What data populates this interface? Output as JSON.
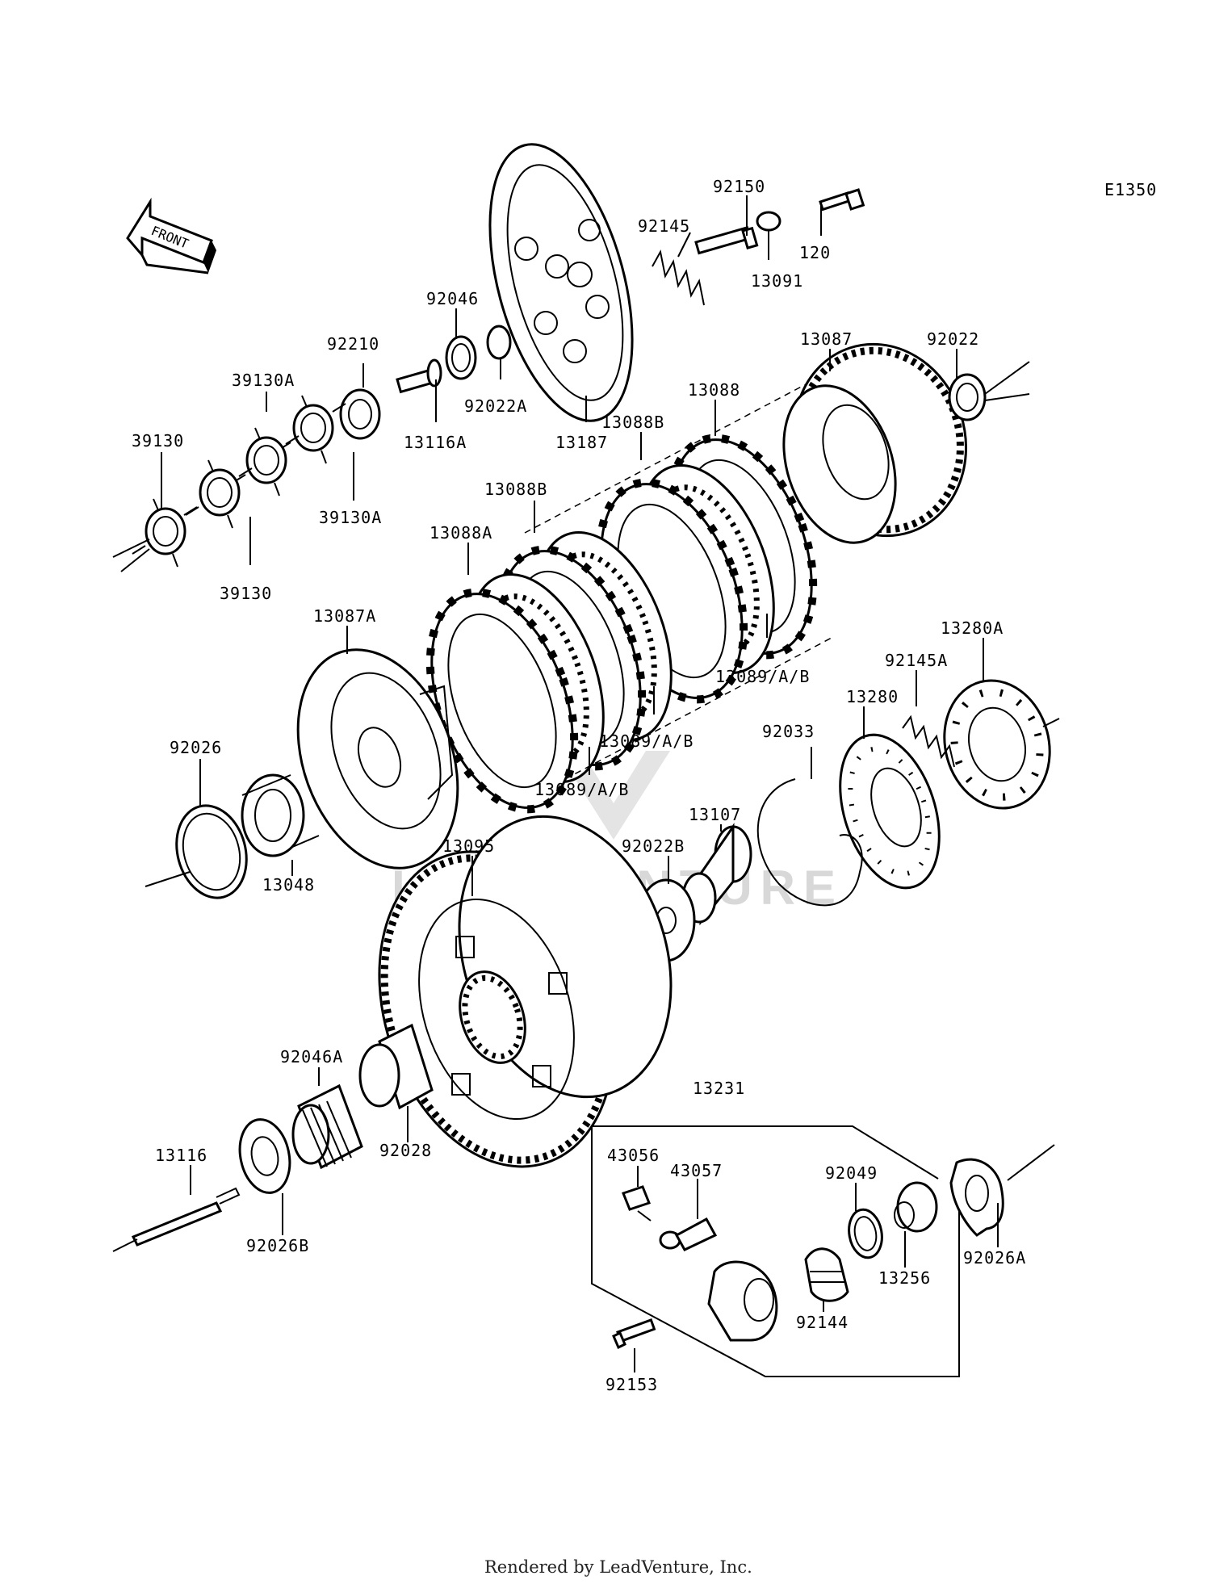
{
  "diagram_code": "E1350",
  "front_label": "FRONT",
  "footer": "Rendered by LeadVenture, Inc.",
  "watermark": "LEADVENTURE",
  "labels": {
    "p92150": "92150",
    "p120": "120",
    "p13091": "13091",
    "p92145": "92145",
    "p92046": "92046",
    "p92210": "92210",
    "p92022A": "92022A",
    "p13187": "13187",
    "p13116A": "13116A",
    "p39130A_top": "39130A",
    "p39130_left": "39130",
    "p39130A_bottom": "39130A",
    "p39130_bottom": "39130",
    "p13087": "13087",
    "p92022": "92022",
    "p13088": "13088",
    "p13088B_upper": "13088B",
    "p13088B_lower": "13088B",
    "p13088A": "13088A",
    "p13087A": "13087A",
    "p13089_right": "13089/A/B",
    "p13089_mid": "13089/A/B",
    "p13089_bottom": "13089/A/B",
    "p13280A": "13280A",
    "p92145A": "92145A",
    "p13280": "13280",
    "p92033": "92033",
    "p92026": "92026",
    "p13048": "13048",
    "p13095": "13095",
    "p92022B": "92022B",
    "p13107": "13107",
    "p92046A": "92046A",
    "p92028": "92028",
    "p13116": "13116",
    "p92026B": "92026B",
    "p13231": "13231",
    "p43056": "43056",
    "p43057": "43057",
    "p92049": "92049",
    "p13256": "13256",
    "p92026A": "92026A",
    "p92144": "92144",
    "p92153": "92153"
  }
}
